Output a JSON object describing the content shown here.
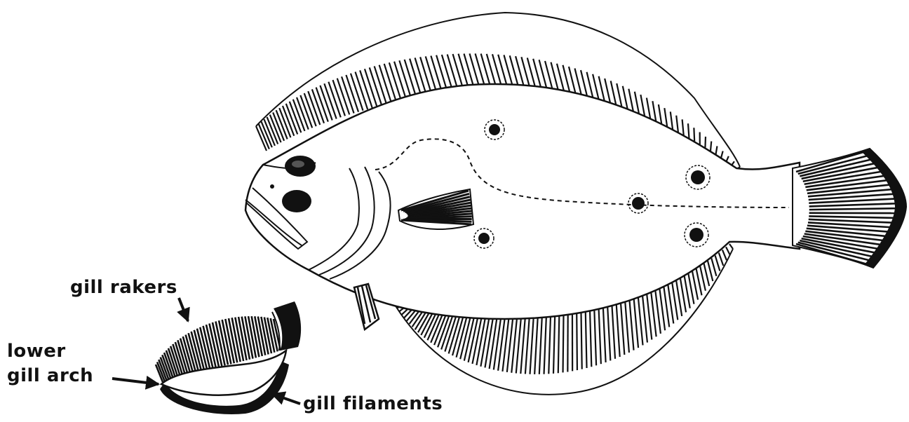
{
  "labels": {
    "gill_rakers": "gill rakers",
    "lower_gill_arch_line1": "lower",
    "lower_gill_arch_line2": "gill arch",
    "gill_filaments": "gill filaments"
  },
  "colors": {
    "ink": "#111111",
    "paper": "#ffffff"
  }
}
